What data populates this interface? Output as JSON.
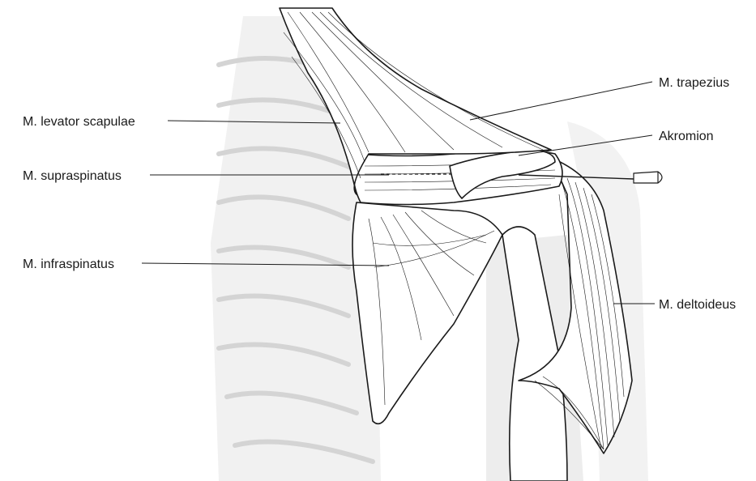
{
  "labels": {
    "trapezius": "M. trapezius",
    "levator_scapulae": "M. levator scapulae",
    "akromion": "Akromion",
    "supraspinatus": "M. supraspinatus",
    "infraspinatus": "M. infraspinatus",
    "deltoideus": "M. deltoideus"
  },
  "colors": {
    "line": "#1a1a1a",
    "skeleton_ghost": "#e6e6e6",
    "background": "#ffffff"
  }
}
